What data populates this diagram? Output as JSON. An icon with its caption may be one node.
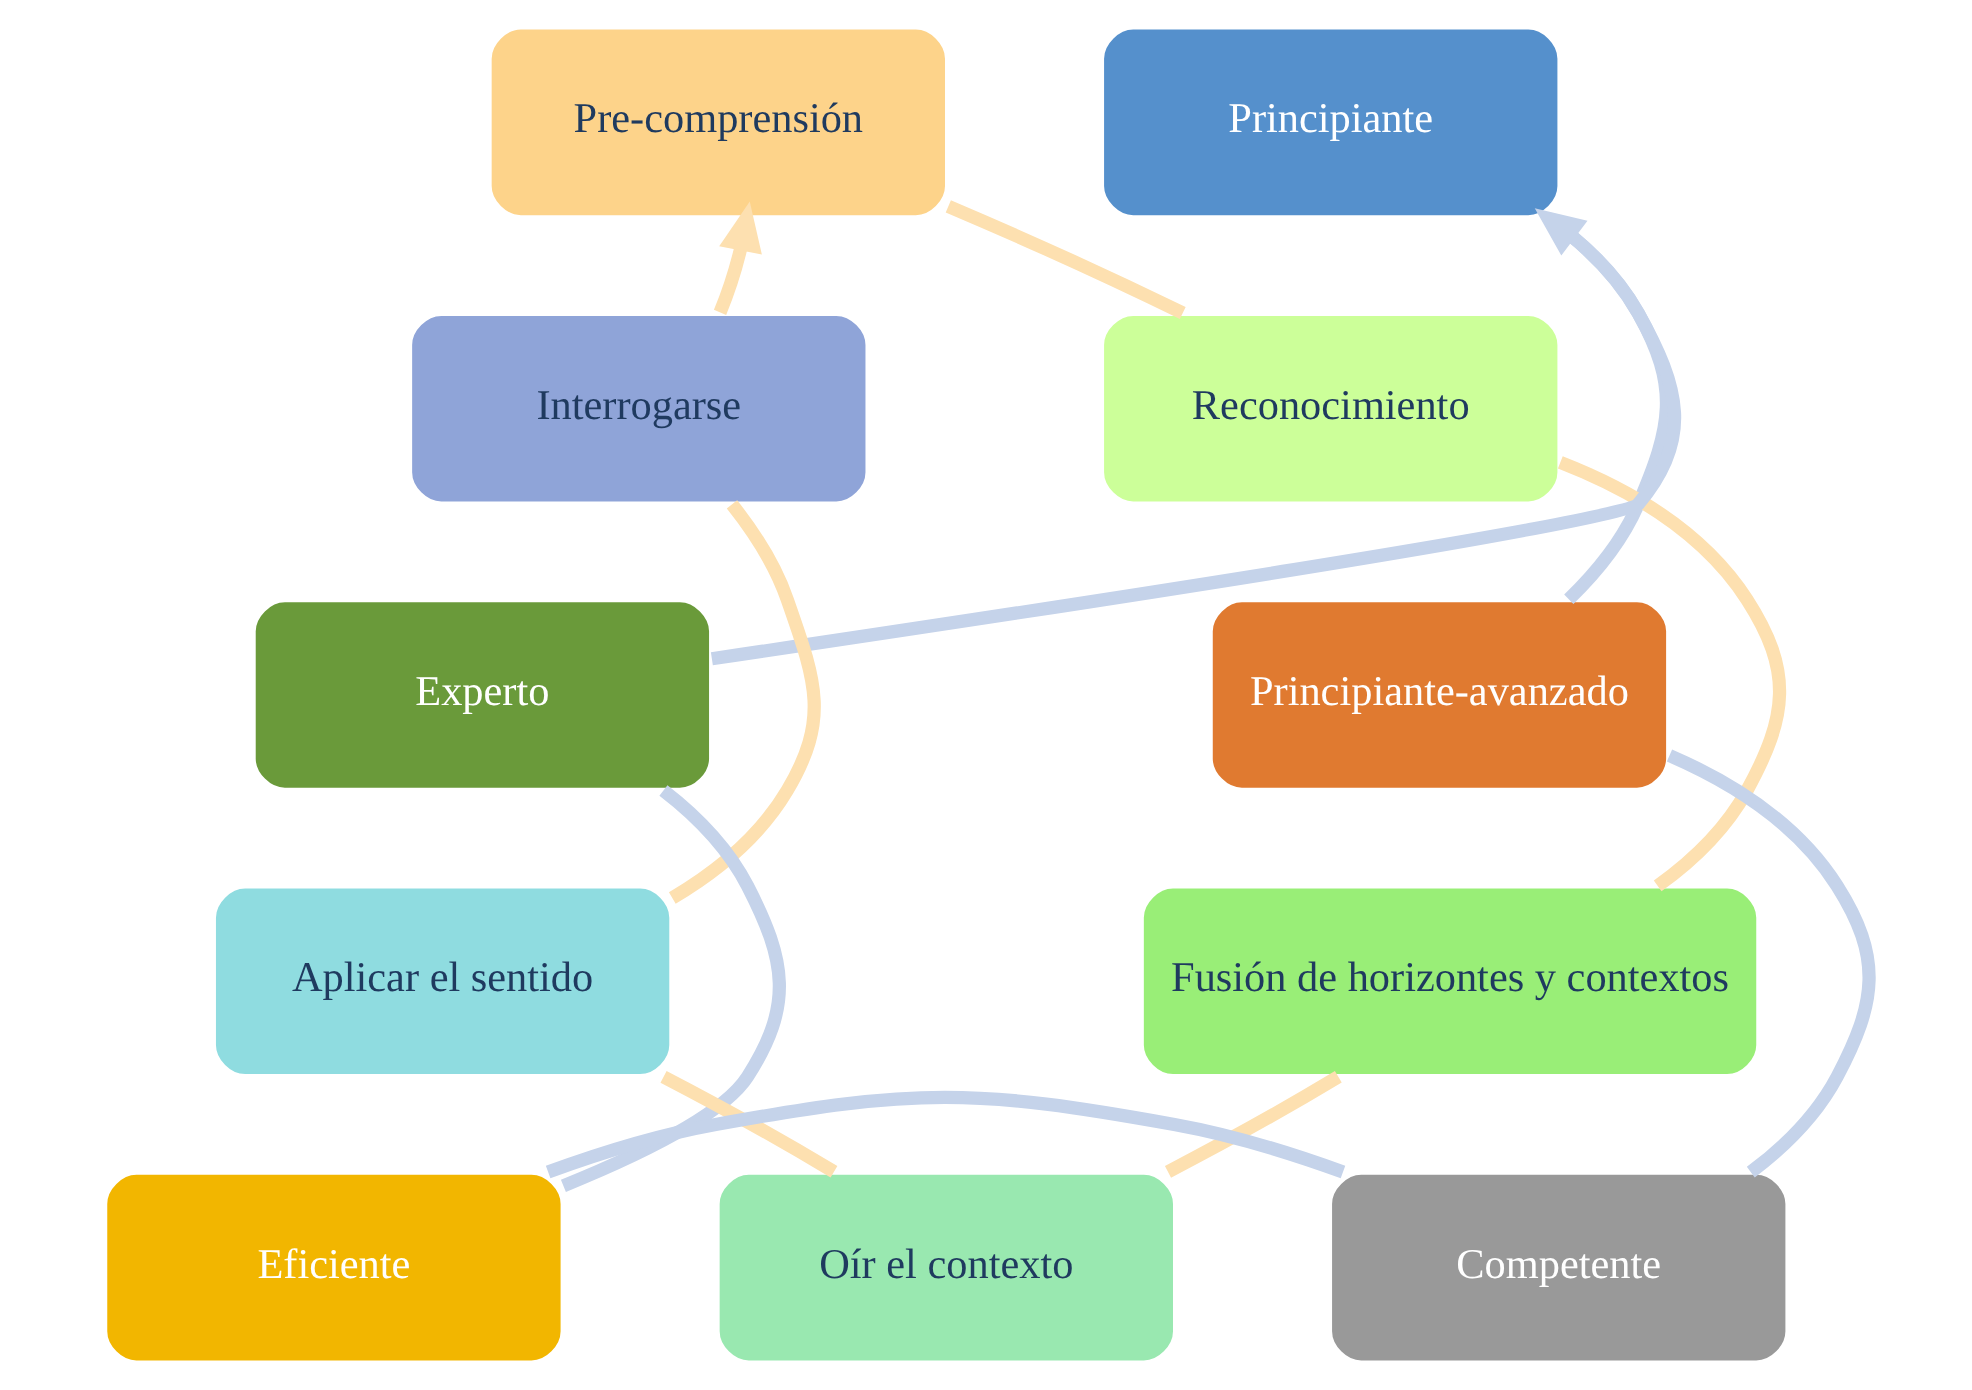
{
  "diagram": {
    "nodes": [
      {
        "text": [
          "Pre-comprensión"
        ]
      },
      {
        "text": [
          "Principiante"
        ]
      },
      {
        "text": [
          "Interrogarse"
        ]
      },
      {
        "text": [
          "Reconocimiento"
        ]
      },
      {
        "text": [
          "Experto"
        ]
      },
      {
        "text": [
          "Principiante-avanzado"
        ]
      },
      {
        "text": [
          "Aplicar el sentido"
        ]
      },
      {
        "text": [
          "Fusión de horizontes y contextos"
        ]
      },
      {
        "text": [
          "Eficiente"
        ]
      },
      {
        "text": [
          "Oír el contexto"
        ]
      },
      {
        "text": [
          "Competente"
        ]
      }
    ],
    "edges": [
      {
        "from": 0,
        "to": 3,
        "arrow": "none",
        "color": "#fde0b0"
      },
      {
        "from": 3,
        "to": 7,
        "arrow": "none",
        "color": "#fde0b0"
      },
      {
        "from": 7,
        "to": 9,
        "arrow": "none",
        "color": "#fde0b0"
      },
      {
        "from": 9,
        "to": 6,
        "arrow": "none",
        "color": "#fde0b0"
      },
      {
        "from": 6,
        "to": 2,
        "arrow": "none",
        "color": "#fde0b0"
      },
      {
        "from": 2,
        "to": 0,
        "arrow": "to",
        "color": "#fde0b0"
      },
      {
        "from": 1,
        "to": 5,
        "arrow": "none",
        "color": "#c5d3ea"
      },
      {
        "from": 5,
        "to": 10,
        "arrow": "none",
        "color": "#c5d3ea"
      },
      {
        "from": 10,
        "to": 8,
        "arrow": "none",
        "color": "#c5d3ea"
      },
      {
        "from": 8,
        "to": 4,
        "arrow": "none",
        "color": "#c5d3ea"
      },
      {
        "from": 4,
        "to": 1,
        "arrow": "to",
        "color": "#c5d3ea"
      }
    ]
  }
}
